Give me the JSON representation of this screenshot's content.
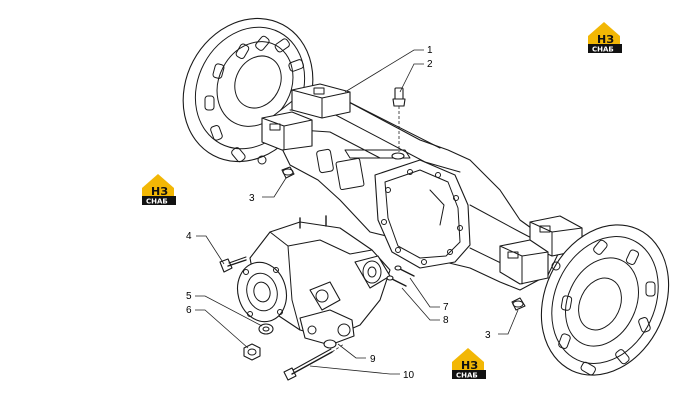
{
  "callouts": [
    {
      "id": "c1",
      "label": "1"
    },
    {
      "id": "c2",
      "label": "2"
    },
    {
      "id": "c3a",
      "label": "3"
    },
    {
      "id": "c3b",
      "label": "3"
    },
    {
      "id": "c4",
      "label": "4"
    },
    {
      "id": "c5",
      "label": "5"
    },
    {
      "id": "c6",
      "label": "6"
    },
    {
      "id": "c7",
      "label": "7"
    },
    {
      "id": "c8",
      "label": "8"
    },
    {
      "id": "c9",
      "label": "9"
    },
    {
      "id": "c10",
      "label": "10"
    }
  ],
  "watermark": {
    "letters": "НЗ",
    "subtext": "СНАБ",
    "accent_color": "#f2b705",
    "dark_color": "#111111"
  }
}
